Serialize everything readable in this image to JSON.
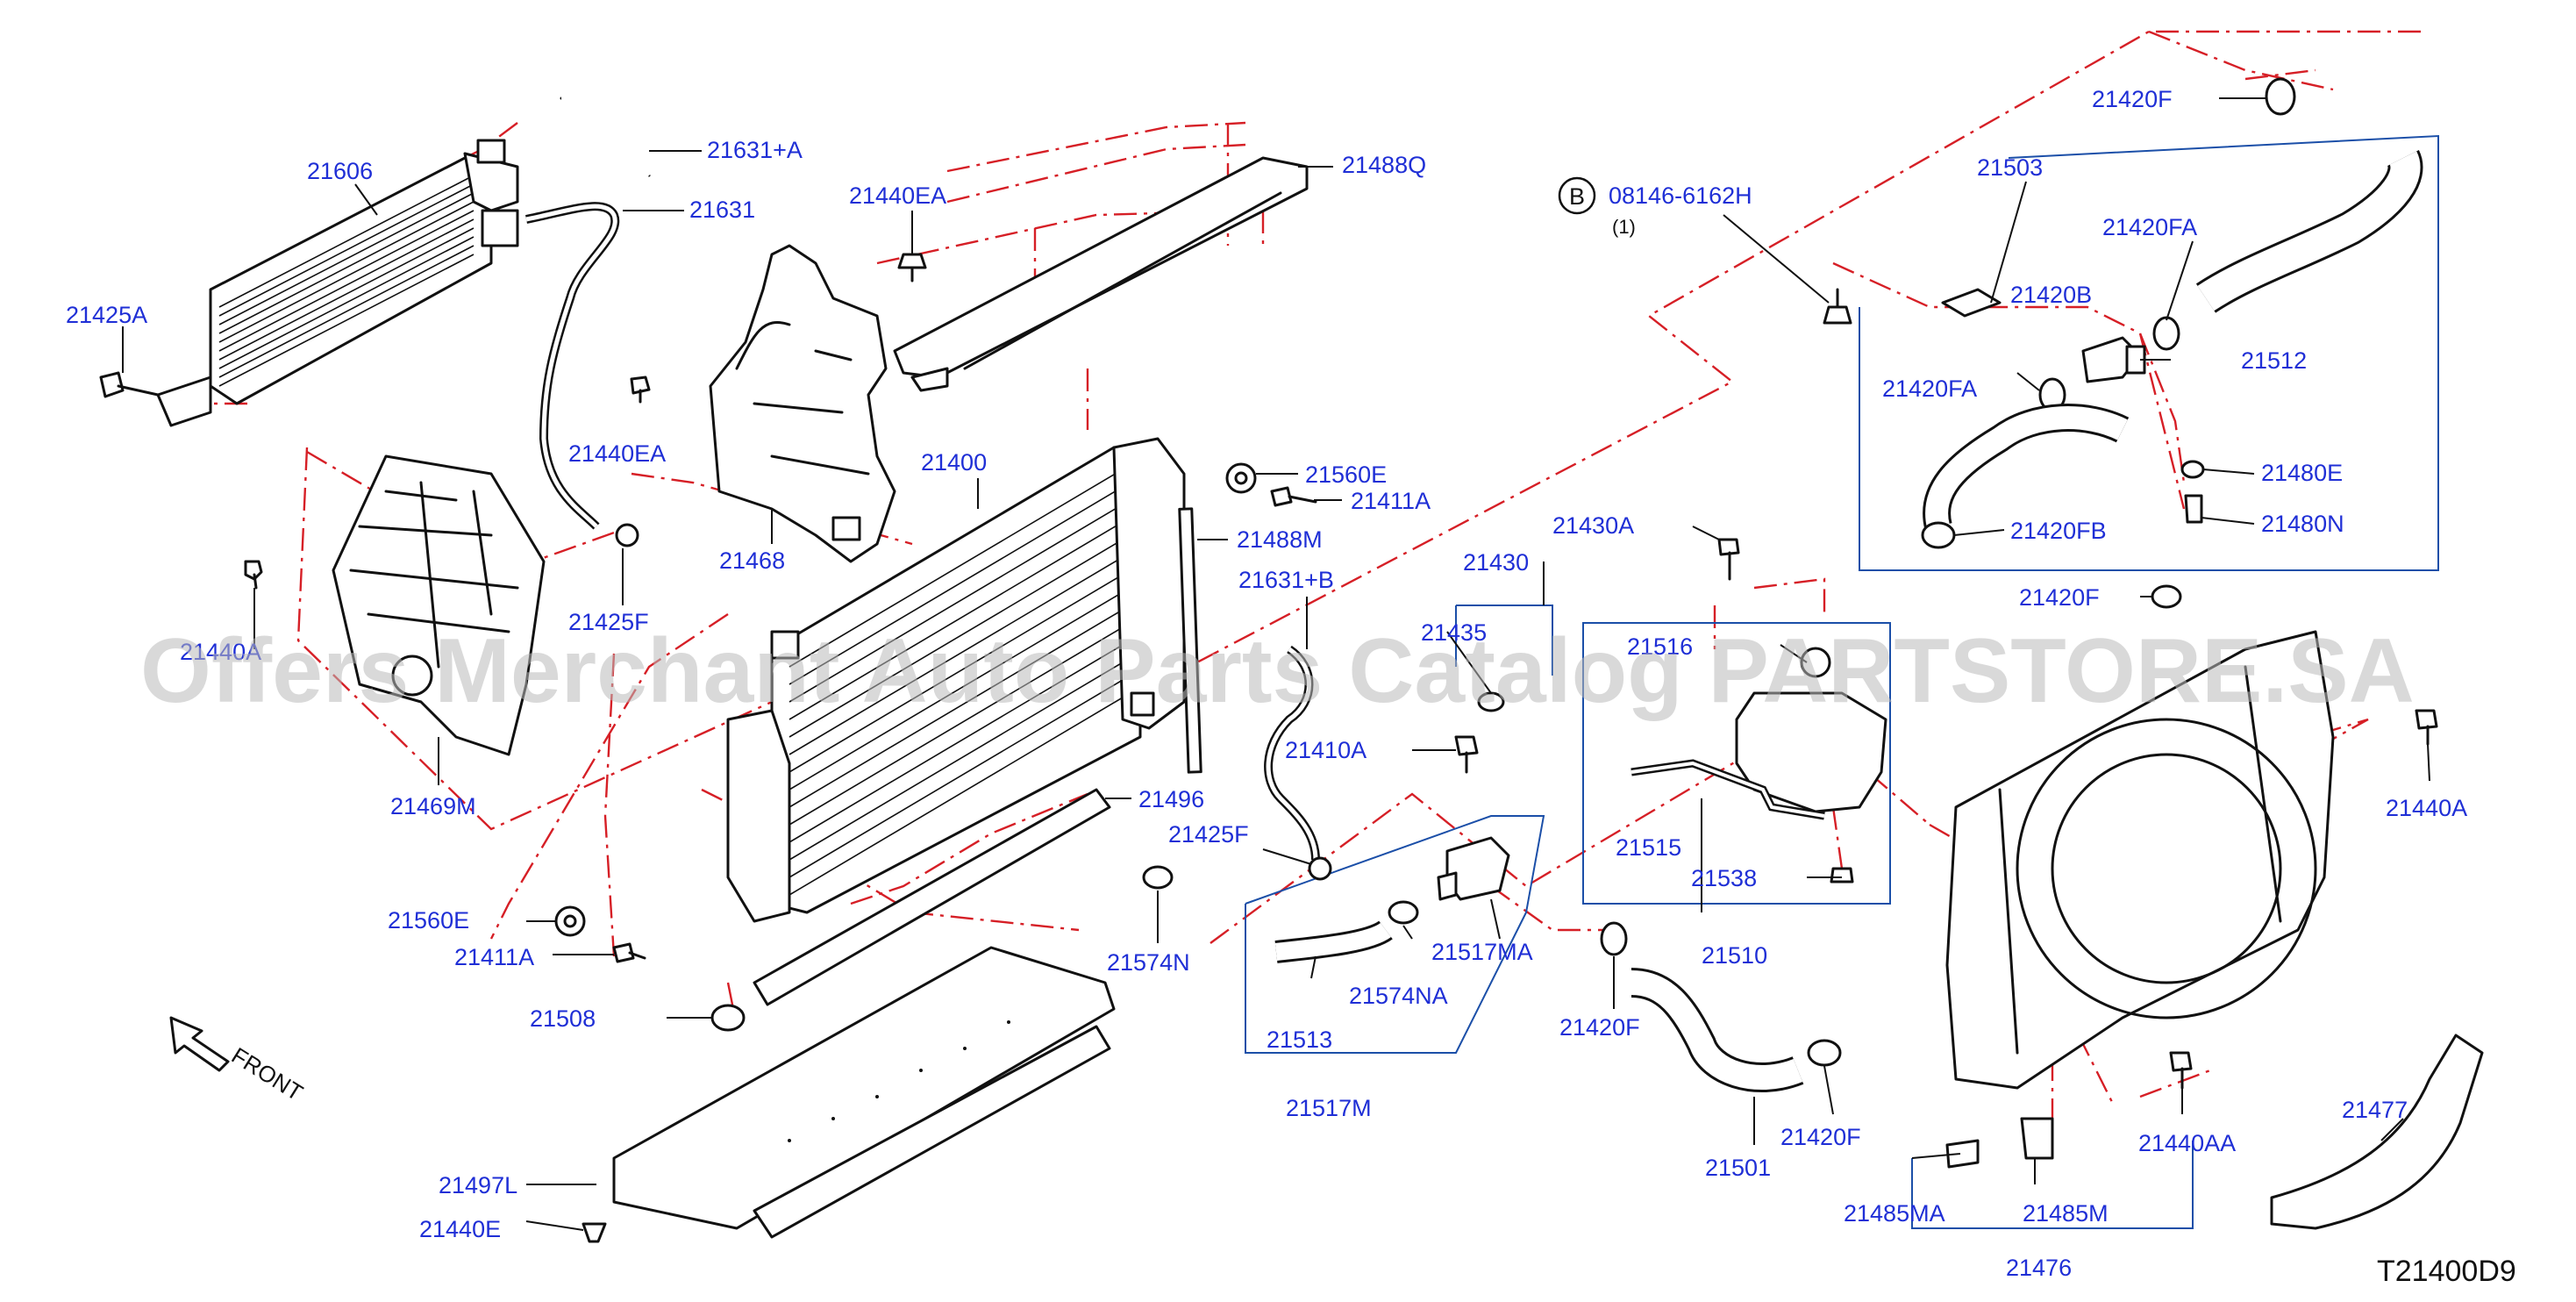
{
  "diagram": {
    "watermark": "Offers Merchant Auto Parts Catalog PARTSTORE.SA",
    "drawing_code": "T21400D9",
    "front_label": "FRONT",
    "bolt_callout": {
      "badge": "B",
      "part": "08146-6162H",
      "qty": "(1)"
    },
    "labels": {
      "p21606": "21606",
      "p21631A": "21631+A",
      "p21631": "21631",
      "p21425A": "21425A",
      "p21440EA_1": "21440EA",
      "p21440EA_2": "21440EA",
      "p21488Q": "21488Q",
      "p21400": "21400",
      "p21560E_1": "21560E",
      "p21411A_1": "21411A",
      "p21488M": "21488M",
      "p21631B": "21631+B",
      "p21468": "21468",
      "p21425F_1": "21425F",
      "p21440A_left": "21440A",
      "p21469M": "21469M",
      "p21560E_2": "21560E",
      "p21411A_2": "21411A",
      "p21508": "21508",
      "p21496": "21496",
      "p21425F_2": "21425F",
      "p21574N": "21574N",
      "p21497L": "21497L",
      "p21440E": "21440E",
      "p21430": "21430",
      "p21435": "21435",
      "p21430A": "21430A",
      "p21410A": "21410A",
      "p21513": "21513",
      "p21574NA": "21574NA",
      "p21517MA": "21517MA",
      "p21517M": "21517M",
      "p21516": "21516",
      "p21515": "21515",
      "p21538": "21538",
      "p21510": "21510",
      "p21420F_1": "21420F",
      "p21420F_2": "21420F",
      "p21420F_3": "21420F",
      "p21420F_4": "21420F",
      "p21501": "21501",
      "p21503": "21503",
      "p21420FA_1": "21420FA",
      "p21420FA_2": "21420FA",
      "p21420B": "21420B",
      "p21512": "21512",
      "p21480E": "21480E",
      "p21480N": "21480N",
      "p21420FB": "21420FB",
      "p21440A_right": "21440A",
      "p21440AA": "21440AA",
      "p21477": "21477",
      "p21485MA": "21485MA",
      "p21485M": "21485M",
      "p21476": "21476"
    }
  }
}
